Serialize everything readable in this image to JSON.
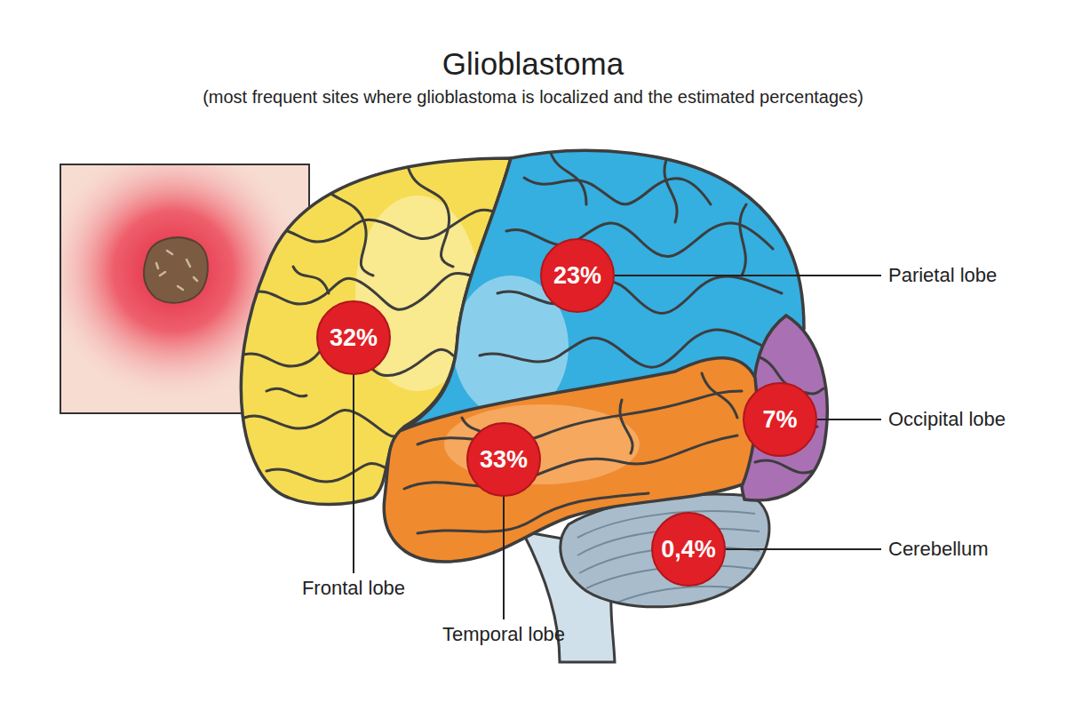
{
  "diagram": {
    "title": "Glioblastoma",
    "caption": "(most frequent sites where glioblastoma is localized and the estimated percentages)",
    "nodes": [
      {
        "text": [
          "23%"
        ]
      },
      {
        "text": [
          "32%"
        ]
      },
      {
        "text": [
          "7%"
        ]
      },
      {
        "text": [
          "33%"
        ]
      },
      {
        "text": [
          "0,4%"
        ]
      }
    ],
    "labels": [
      "Parietal lobe",
      "Occipital lobe",
      "Cerebellum",
      "Frontal lobe",
      "Temporal lobe"
    ]
  }
}
